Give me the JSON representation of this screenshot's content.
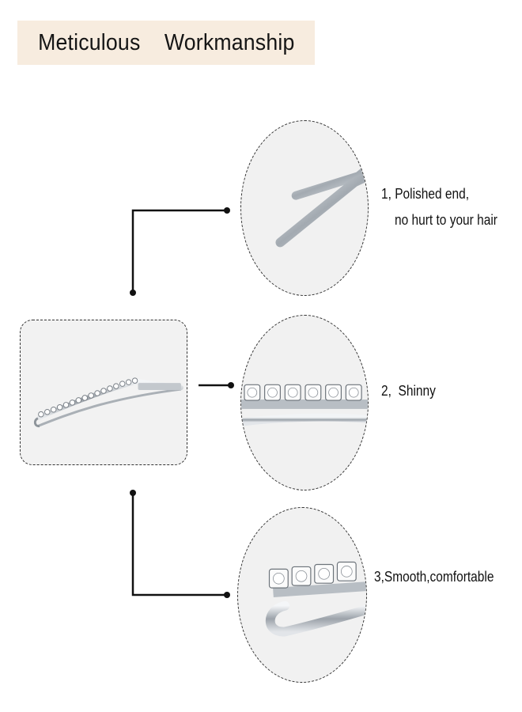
{
  "title": "Meticulous    Workmanship",
  "features": {
    "polished": {
      "line1": "1, Polished end,",
      "line2": "no hurt to your hair"
    },
    "shiny": {
      "label": "2,  Shinny"
    },
    "smooth": {
      "label": "3,Smooth,comfortable"
    }
  },
  "colors": {
    "banner": "#f7ecdf",
    "panel_background": "#f2f2f2",
    "connector": "#111111",
    "metal": "#c9ced3"
  },
  "icons": {
    "product": "bobby-pin-rhinestone",
    "detail_1": "pin-polished-end",
    "detail_2": "rhinestone-row",
    "detail_3": "rhinestone-bend"
  }
}
